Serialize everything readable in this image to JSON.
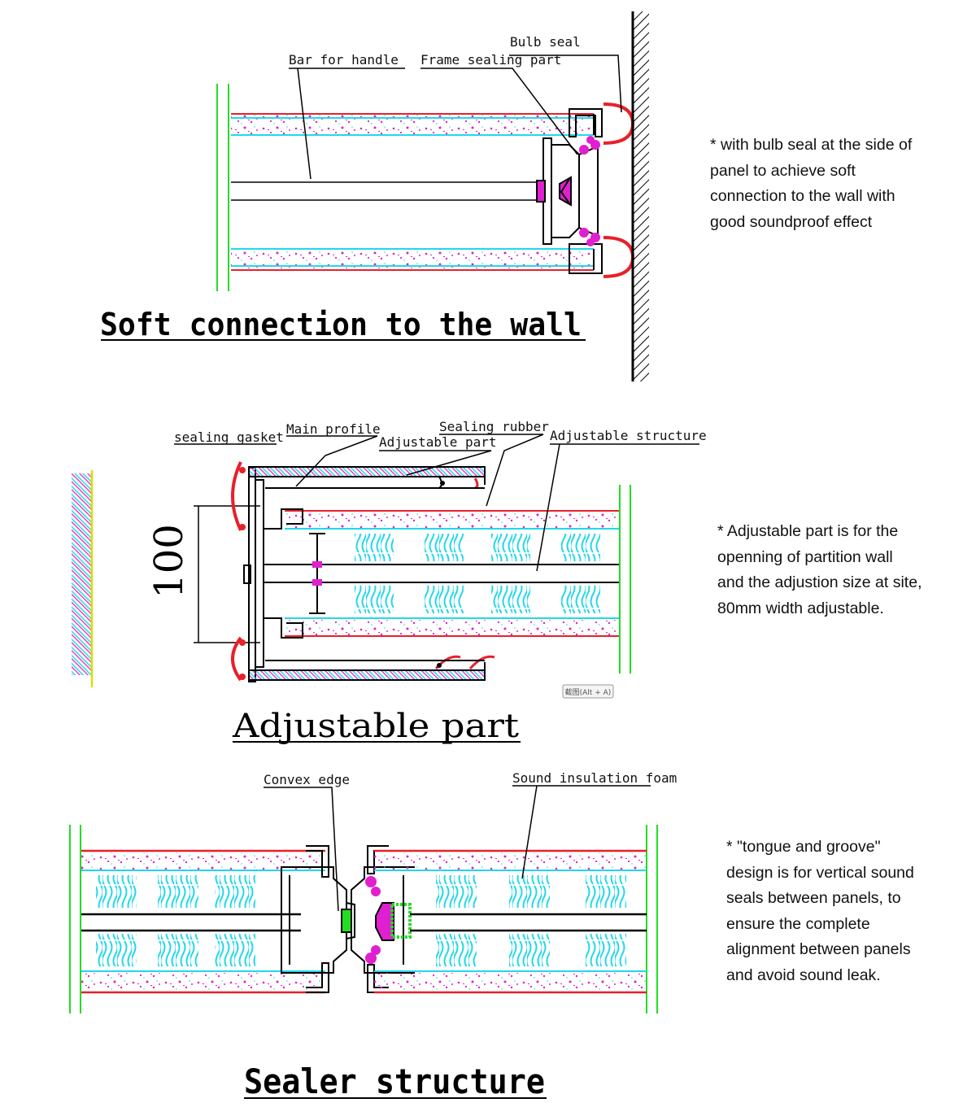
{
  "colors": {
    "panel_red": "#e8202a",
    "panel_cyan": "#22d8e8",
    "fill_magenta": "#e020d0",
    "stud_green": "#22dd22",
    "outline": "#000000",
    "text": "#111111"
  },
  "section1": {
    "title": "Soft connection to the wall",
    "labels": {
      "bulb_seal": "Bulb seal",
      "bar_for_handle": "Bar for handle",
      "frame_sealing_part": "Frame sealing part"
    },
    "note": [
      "* with bulb seal at the side of",
      "panel to achieve soft",
      "connection to the wall with",
      "good soundproof effect"
    ]
  },
  "section2": {
    "title": "Adjustable part",
    "labels": {
      "sealing_gasket": "sealing gasket",
      "main_profile": "Main profile",
      "sealing_rubber": "Sealing rubber",
      "adjustable_part": "Adjustable part",
      "adjustable_structure": "Adjustable structure",
      "dimension": "100"
    },
    "badge": "截图(Alt + A)",
    "note": [
      "* Adjustable part is for the",
      "openning of partition wall",
      "and the adjustion size at site,",
      "80mm width adjustable."
    ]
  },
  "section3": {
    "title": "Sealer structure",
    "labels": {
      "convex_edge": "Convex edge",
      "sound_insulation_foam": "Sound insulation foam"
    },
    "note": [
      "* \"tongue and groove\"",
      "design is for vertical sound",
      "seals between panels, to",
      "ensure the complete",
      "alignment between panels",
      "and avoid sound leak."
    ]
  }
}
